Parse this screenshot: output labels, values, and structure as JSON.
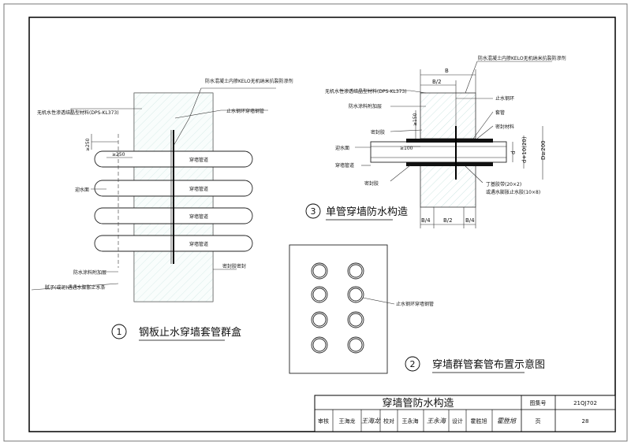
{
  "title_block": {
    "title": "穿墙管防水构造",
    "atlas_label": "图集号",
    "atlas_no": "21QJ702",
    "page_label": "页",
    "page_no": "28",
    "review_label": "审核",
    "review_name": "王海龙",
    "check_label": "校对",
    "check_name": "王永海",
    "design_label": "设计",
    "design_name": "霍胜旭",
    "sig_review": "王海龙",
    "sig_check": "王永海",
    "sig_design": "霍胜旭"
  },
  "detail1": {
    "number": "1",
    "caption": "钢板止水穿墙套管群盒",
    "labels": {
      "seal_agent": "防水混凝土内掺KELO无机纳米抗裂防渗剂",
      "crystal": "无机水性渗透结晶型材料(DPS-KL373)",
      "steel_sleeve": "止水钢环穿墙钢管",
      "dim_vertical": "≥250",
      "dim_horizontal": "≥250",
      "water_face": "迎水面",
      "pipe": "穿墙管道",
      "coating": "防水涂料附加层",
      "sealant": "密封胶密封",
      "putty": "腻子(或泥)遇遇水膨胀止水条"
    }
  },
  "detail2": {
    "number": "2",
    "caption": "穿墙群管套管布置示意图",
    "label": "止水钢环穿墙钢管"
  },
  "detail3": {
    "number": "3",
    "caption": "单管穿墙防水构造",
    "labels": {
      "seal_agent": "防水混凝土内掺KELO无机纳米抗裂防渗剂",
      "crystal": "无机水性渗透结晶型材料(DPS-KL373)",
      "coating": "防水涂料附加层",
      "sealant_top": "密封胶",
      "water_face": "迎水面",
      "pipe": "穿墙管道",
      "sealant_bottom": "密封胶",
      "stop_ring": "止水钢环",
      "sleeve": "套管",
      "seal_material": "密封材料",
      "dim_150": "≥150",
      "dim_100": "≥100",
      "B": "B",
      "B2": "B/2",
      "B4": "B/4",
      "d": "d",
      "d10": "d+10(20)",
      "D200": "D≥200",
      "strip1": "丁基胶带(20×2)",
      "strip2": "或遇水膨胀止水胶(10×8)"
    }
  }
}
